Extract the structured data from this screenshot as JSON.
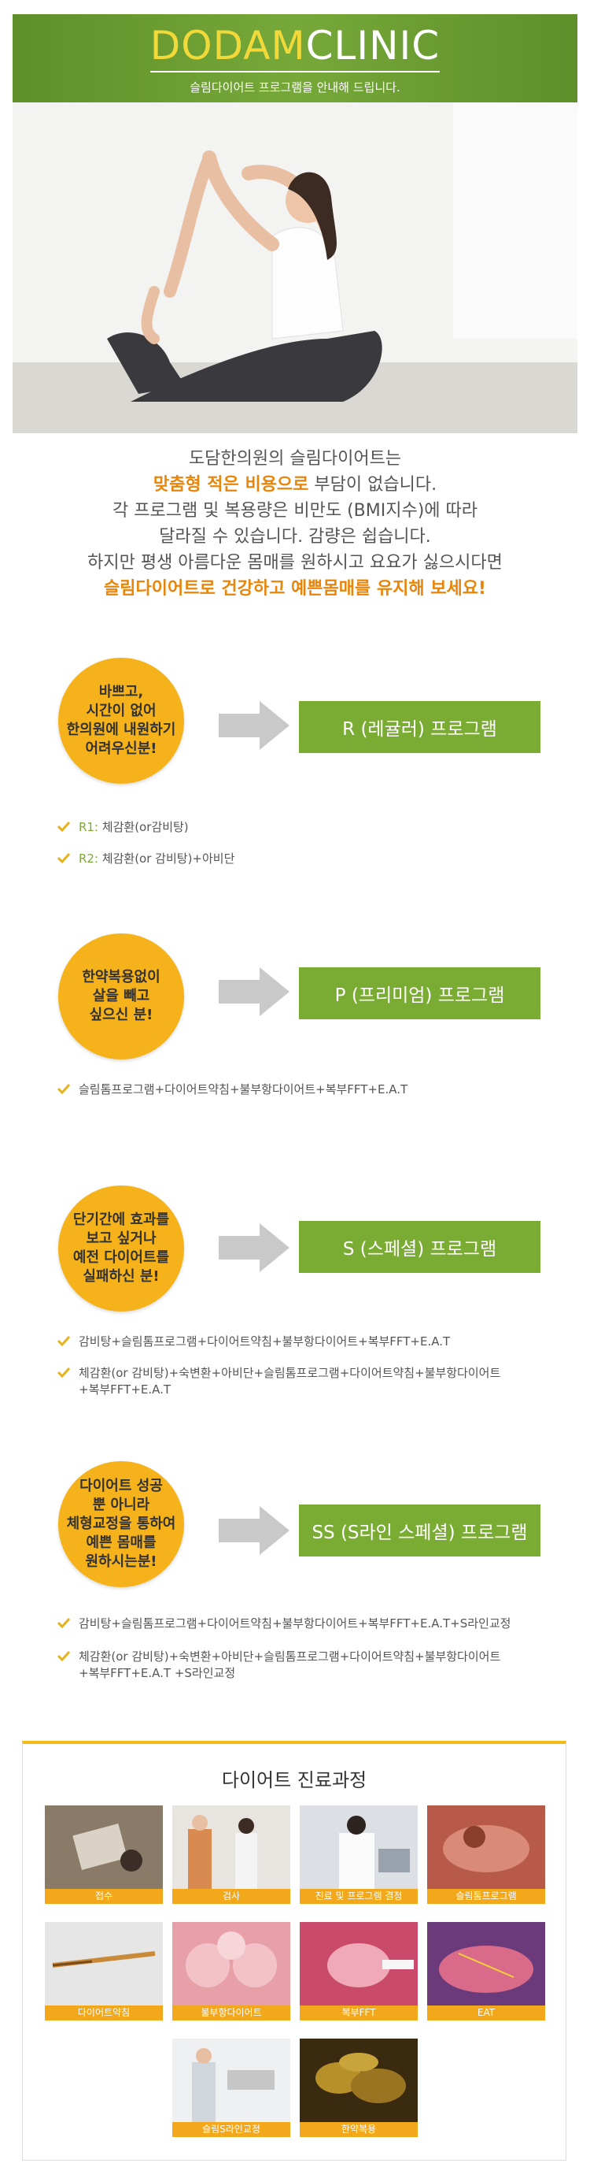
{
  "header": {
    "logo_part1": "DODAM",
    "logo_part2": "CLINIC",
    "subtitle": "슬림다이어트 프로그램을 안내해 드립니다."
  },
  "intro": {
    "line1": "도담한의원의 슬림다이어트는",
    "line2_highlight": "맞춤형 적은 비용으로",
    "line2_rest": " 부담이 없습니다.",
    "line3": "각 프로그램 및 복용량은 비만도 (BMI지수)에 따라",
    "line4": "달라질 수 있습니다. 감량은 쉽습니다.",
    "line5": "하지만 평생 아름다운 몸매를 원하시고 요요가 싫으시다면",
    "line6": "슬림다이어트로 건강하고 예쁜몸매를 유지해 보세요!"
  },
  "programs": [
    {
      "bubble": [
        "바쁘고,",
        "시간이 없어",
        "한의원에 내원하기",
        "어려우신분!"
      ],
      "name": "R (레귤러) 프로그램",
      "details": [
        {
          "label": "R1:",
          "text": " 체감환(or감비탕)"
        },
        {
          "label": "R2:",
          "text": " 체감환(or 감비탕)+아비단"
        }
      ]
    },
    {
      "bubble": [
        "한약복용없이",
        "살을 빼고",
        "싶으신 분!"
      ],
      "name": "P (프리미엄) 프로그램",
      "details": [
        {
          "label": "",
          "text": "슬림톰프로그램+다이어트약침+불부항다이어트+복부FFT+E.A.T"
        }
      ]
    },
    {
      "bubble": [
        "단기간에 효과를",
        "보고 싶거나",
        "예전 다이어트를",
        "실패하신 분!"
      ],
      "name": "S (스페셜) 프로그램",
      "details": [
        {
          "label": "",
          "text": "감비탕+슬림톰프로그램+다이어트약침+불부항다이어트+복부FFT+E.A.T"
        },
        {
          "label": "",
          "text": "체감환(or 감비탕)+숙변환+아비단+슬림톰프로그램+다이어트약침+불부항다이어트",
          "text2": "+복부FFT+E.A.T"
        }
      ]
    },
    {
      "bubble": [
        "다이어트 성공",
        "뿐 아니라",
        "체형교정을 통하여",
        "예쁜 몸매를",
        "원하시는분!"
      ],
      "name": "SS (S라인 스페셜) 프로그램",
      "details": [
        {
          "label": "",
          "text": "감비탕+슬림톰프로그램+다이어트약침+불부항다이어트+복부FFT+E.A.T+S라인교정"
        },
        {
          "label": "",
          "text": "체감환(or 감비탕)+숙변환+아비단+슬림톰프로그램+다이어트약침+불부항다이어트",
          "text2": "+복부FFT+E.A.T +S라인교정"
        }
      ]
    }
  ],
  "process": {
    "title": "다이어트 진료과정",
    "steps": [
      "접수",
      "검사",
      "진료 및 프로그램 결정",
      "슬림톰프로그램",
      "다이어트약침",
      "불부항다이어트",
      "복부FFT",
      "EAT",
      "슬림S라인교정",
      "한약복용"
    ]
  },
  "colors": {
    "green": "#7aac33",
    "orange": "#f5b21b",
    "highlight": "#e8850a"
  }
}
